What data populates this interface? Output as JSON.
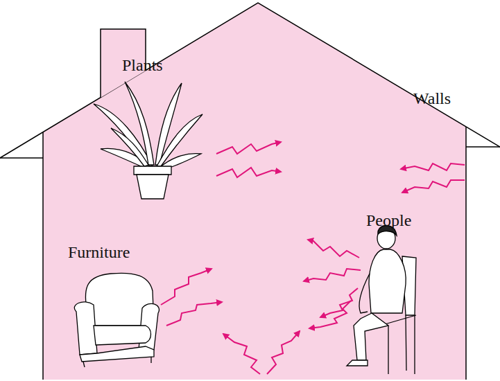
{
  "diagram": {
    "labels": [
      "Plants",
      "Walls",
      "People",
      "Furniture"
    ]
  }
}
